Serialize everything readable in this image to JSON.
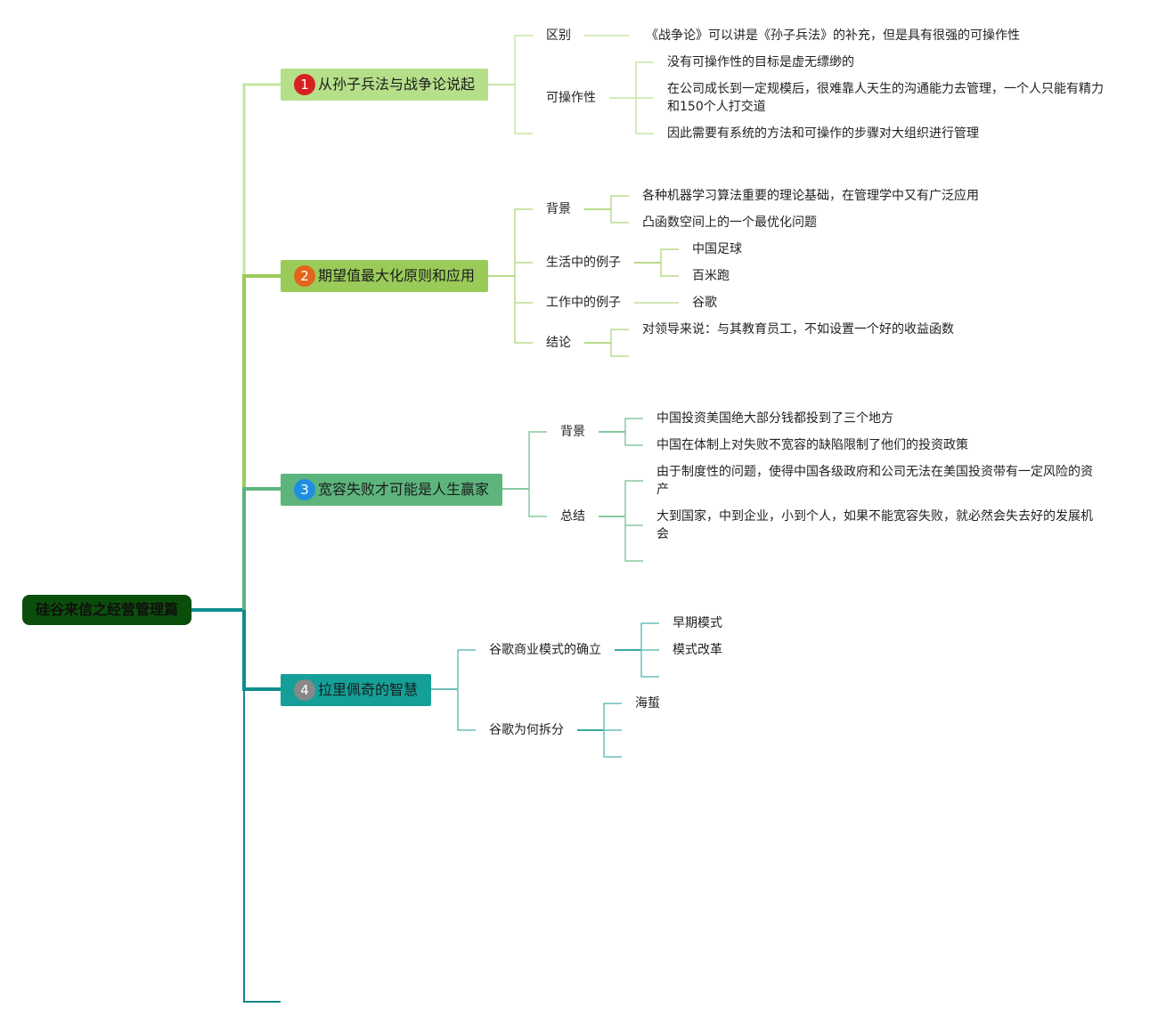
{
  "root": {
    "label": "硅谷来信之经营管理篇"
  },
  "branches": [
    {
      "number": "1",
      "label": "从孙子兵法与战争论说起",
      "color": "#b6df8a",
      "badge_color": "#d72020",
      "children": [
        {
          "label": "区别",
          "children": [
            "《战争论》可以讲是《孙子兵法》的补充，但是具有很强的可操作性"
          ]
        },
        {
          "label": "可操作性",
          "children": [
            "没有可操作性的目标是虚无缥缈的",
            "在公司成长到一定规模后，很难靠人天生的沟通能力去管理，一个人只能有精力和150个人打交道",
            "因此需要有系统的方法和可操作的步骤对大组织进行管理"
          ]
        }
      ]
    },
    {
      "number": "2",
      "label": "期望值最大化原则和应用",
      "color": "#9acb59",
      "badge_color": "#e2651b",
      "children": [
        {
          "label": "背景",
          "children": [
            "各种机器学习算法重要的理论基础，在管理学中又有广泛应用",
            "凸函数空间上的一个最优化问题"
          ]
        },
        {
          "label": "生活中的例子",
          "children": [
            "中国足球",
            "百米跑"
          ]
        },
        {
          "label": "工作中的例子",
          "children": [
            "谷歌"
          ]
        },
        {
          "label": "结论",
          "children": [
            "对领导来说：与其教育员工，不如设置一个好的收益函数"
          ]
        }
      ]
    },
    {
      "number": "3",
      "label": "宽容失败才可能是人生赢家",
      "color": "#5db57d",
      "badge_color": "#1e8fe0",
      "children": [
        {
          "label": "背景",
          "children": [
            "中国投资美国绝大部分钱都投到了三个地方",
            "中国在体制上对失败不宽容的缺陷限制了他们的投资政策"
          ]
        },
        {
          "label": "总结",
          "children": [
            "由于制度性的问题，使得中国各级政府和公司无法在美国投资带有一定风险的资产",
            "大到国家，中到企业，小到个人，如果不能宽容失败，就必然会失去好的发展机会"
          ]
        }
      ]
    },
    {
      "number": "4",
      "label": "拉里佩奇的智慧",
      "color": "#14a098",
      "badge_color": "#888888",
      "children": [
        {
          "label": "谷歌商业模式的确立",
          "children": [
            "早期模式",
            "模式改革"
          ]
        },
        {
          "label": "谷歌为何拆分",
          "children": [
            "海蜇"
          ]
        }
      ]
    }
  ],
  "colors": {
    "trunk": "#0e8d8d",
    "root_bg": "#0b4e0b",
    "b1_line": "#c7e6a6",
    "b2_line": "#b8dc8a",
    "b3_line": "#86c99e",
    "b4_line": "#6cbdb8"
  }
}
